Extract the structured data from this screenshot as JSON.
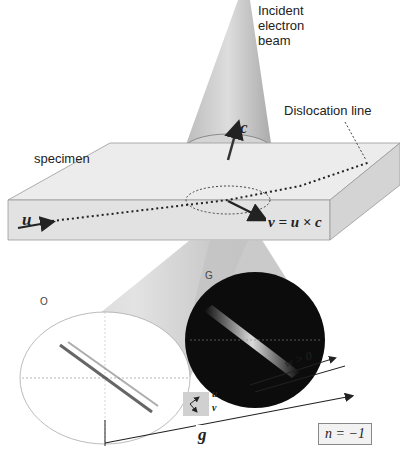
{
  "diagram": {
    "nodes": [
      {
        "text": [
          "n = −1"
        ]
      }
    ],
    "edges": [],
    "labels": [
      "Incident electron beam",
      "Dislocation line",
      "specimen",
      "c",
      "u",
      "v = u × c",
      "O",
      "G",
      "u",
      "v",
      "w > 0",
      "g"
    ]
  }
}
